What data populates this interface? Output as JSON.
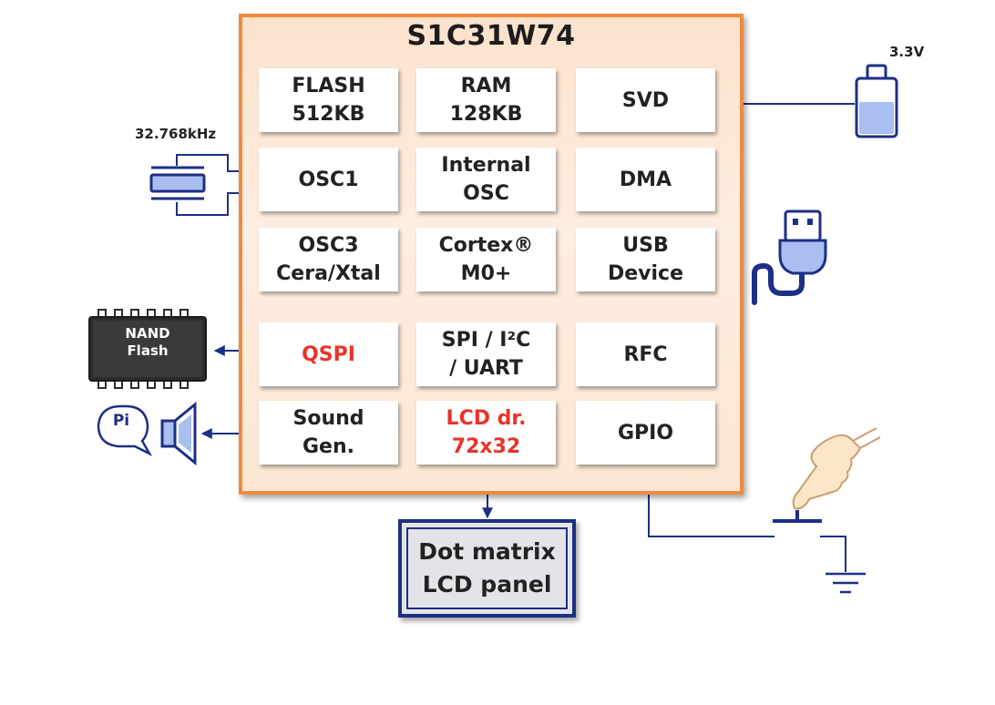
{
  "chip": {
    "title": "S1C31W74",
    "blocks": [
      {
        "id": "flash",
        "lines": [
          "FLASH",
          "512KB"
        ]
      },
      {
        "id": "ram",
        "lines": [
          "RAM",
          "128KB"
        ]
      },
      {
        "id": "svd",
        "lines": [
          "SVD"
        ]
      },
      {
        "id": "osc1",
        "lines": [
          "OSC1"
        ]
      },
      {
        "id": "internal-osc",
        "lines": [
          "Internal",
          "OSC"
        ]
      },
      {
        "id": "dma",
        "lines": [
          "DMA"
        ]
      },
      {
        "id": "osc3",
        "lines": [
          "OSC3",
          "Cera/Xtal"
        ]
      },
      {
        "id": "cortex",
        "lines": [
          "Cortex®",
          "M0+"
        ]
      },
      {
        "id": "usb",
        "lines": [
          "USB",
          "Device"
        ]
      },
      {
        "id": "qspi",
        "lines": [
          "QSPI"
        ],
        "highlight": true
      },
      {
        "id": "spi-i2c-uart",
        "lines": [
          "SPI / I²C",
          "/ UART"
        ]
      },
      {
        "id": "rfc",
        "lines": [
          "RFC"
        ]
      },
      {
        "id": "sound-gen",
        "lines": [
          "Sound",
          "Gen."
        ]
      },
      {
        "id": "lcd-driver",
        "lines": [
          "LCD dr.",
          "72x32"
        ],
        "highlight": true
      },
      {
        "id": "gpio",
        "lines": [
          "GPIO"
        ]
      }
    ]
  },
  "external": {
    "crystal_label": "32.768kHz",
    "battery_label": "3.3V",
    "nand_label": [
      "NAND",
      "Flash"
    ],
    "speaker_bubble": "Pi",
    "lcd_panel": [
      "Dot matrix",
      "LCD panel"
    ]
  },
  "colors": {
    "chip_border": "#f08a3c",
    "chip_fill": "#fde7d4",
    "highlight_text": "#e8342a",
    "wire": "#1d2f86",
    "battery_fill": "#a9bff0",
    "nand_body": "#2d2d2d"
  }
}
